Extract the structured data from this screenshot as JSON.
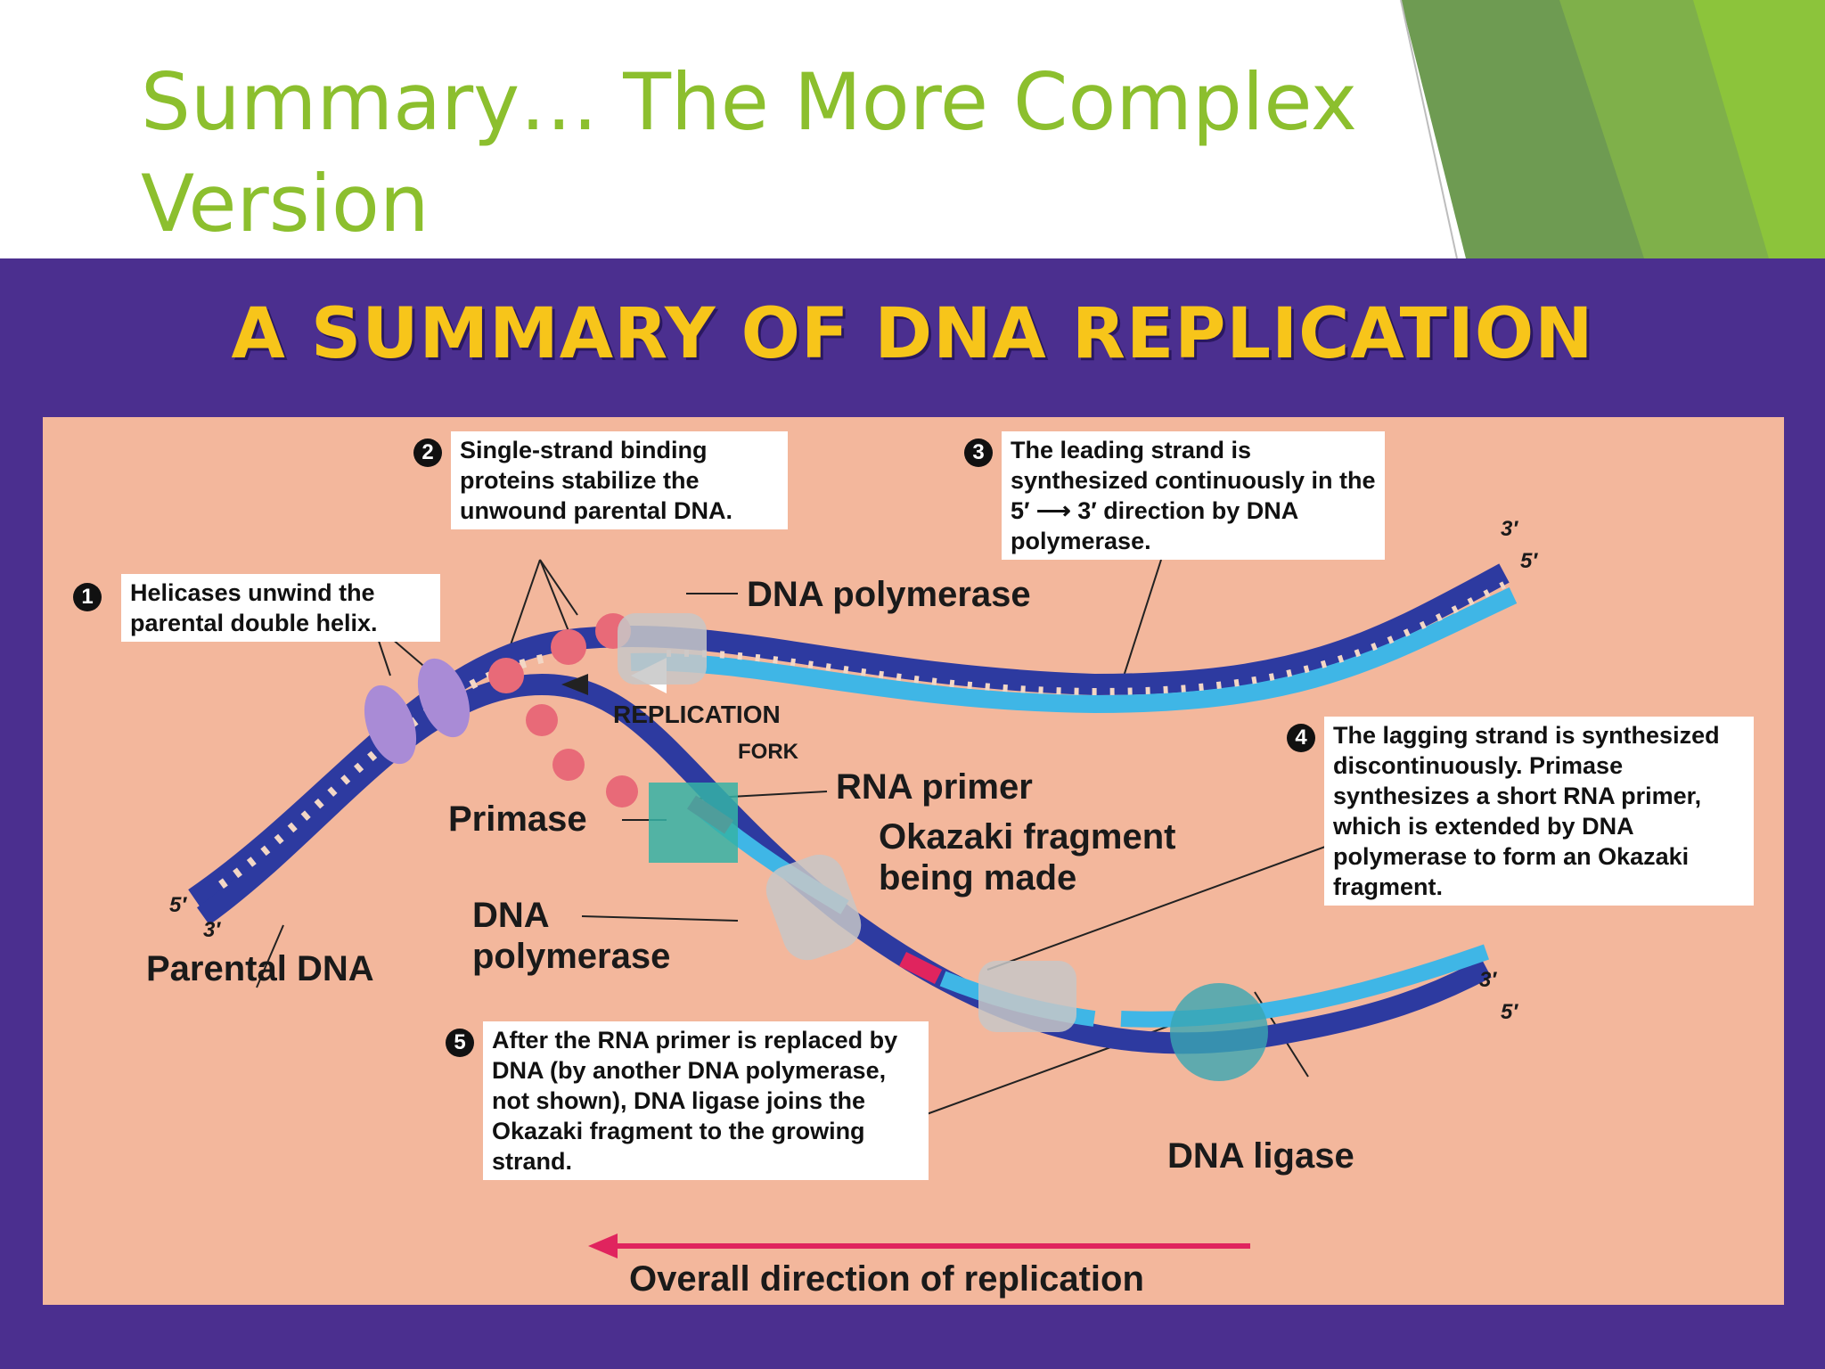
{
  "slide": {
    "title": "Summary… The More Complex Version"
  },
  "diagram": {
    "heading": "A SUMMARY OF DNA REPLICATION",
    "steps": [
      {
        "number": "1",
        "text": "Helicases unwind the parental double helix."
      },
      {
        "number": "2",
        "text": "Single-strand binding proteins stabilize the unwound parental DNA."
      },
      {
        "number": "3",
        "text": "The leading strand is synthesized continuously in the 5′ ⟶ 3′ direction by DNA polymerase."
      },
      {
        "number": "4",
        "text": "The lagging strand is synthesized discontinuously. Primase synthesizes a short RNA primer, which is extended by DNA polymerase to form an Okazaki fragment."
      },
      {
        "number": "5",
        "text": "After the RNA primer is replaced by DNA (by another DNA polymerase, not shown), DNA ligase joins the Okazaki fragment to the growing strand."
      }
    ],
    "labels": {
      "dna_polymerase_top": "DNA polymerase",
      "replication": "REPLICATION",
      "fork": "FORK",
      "rna_primer": "RNA primer",
      "primase": "Primase",
      "okazaki_line1": "Okazaki fragment",
      "okazaki_line2": "being made",
      "dna_polymerase_mid_line1": "DNA",
      "dna_polymerase_mid_line2": "polymerase",
      "parental_dna": "Parental DNA",
      "dna_ligase": "DNA ligase",
      "overall_direction": "Overall direction of replication"
    },
    "ends": {
      "left_5": "5′",
      "left_3": "3′",
      "top_right_3": "3′",
      "top_right_5": "5′",
      "bottom_right_3": "3′",
      "bottom_right_5": "5′"
    }
  },
  "colors": {
    "title_green": "#8cbf2e",
    "panel_purple": "#4b2f8f",
    "heading_yellow": "#f7c51a",
    "diagram_bg": "#f3b79c",
    "parental_strand": "#2d3aa0",
    "new_strand": "#3fb6e6",
    "rna_primer": "#e0245e",
    "ssb_protein": "#e86a78",
    "helicase": "#a98bd6",
    "primase": "#35b3a6",
    "polymerase": "#c7c7c7",
    "arrow_red": "#e0245e"
  }
}
